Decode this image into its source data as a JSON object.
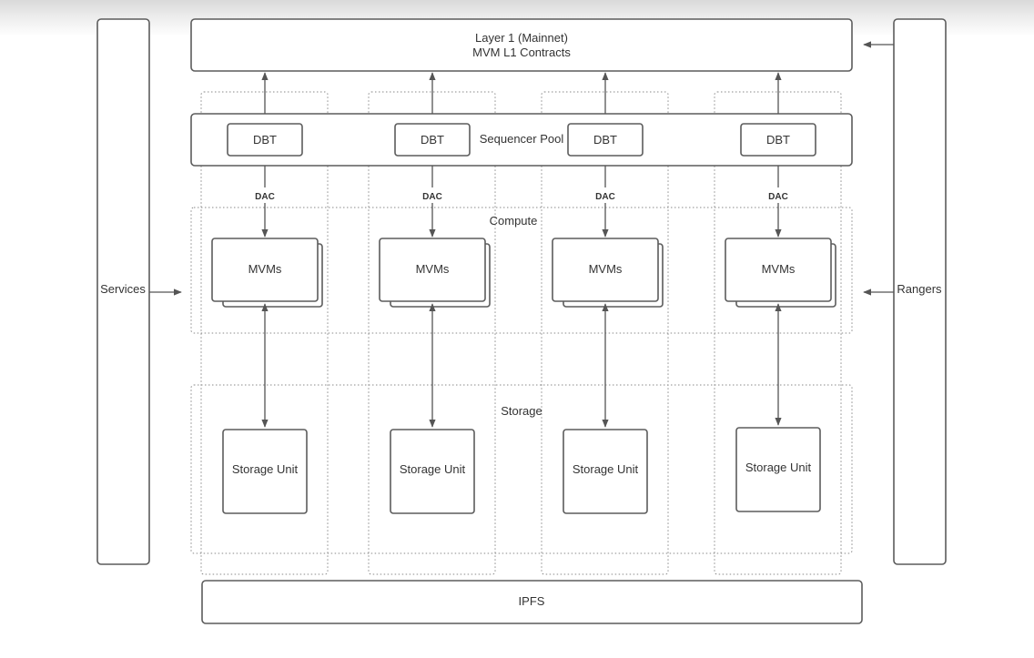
{
  "layer1": {
    "line1": "Layer 1 (Mainnet)",
    "line2": "MVM L1 Contracts"
  },
  "sequencer_pool": "Sequencer Pool",
  "compute": "Compute",
  "storage": "Storage",
  "services": "Services",
  "rangers": "Rangers",
  "ipfs": "IPFS",
  "columns": [
    {
      "dbt": "DBT",
      "dac": "DAC",
      "mvms": "MVMs",
      "storage_unit": "Storage Unit"
    },
    {
      "dbt": "DBT",
      "dac": "DAC",
      "mvms": "MVMs",
      "storage_unit": "Storage Unit"
    },
    {
      "dbt": "DBT",
      "dac": "DAC",
      "mvms": "MVMs",
      "storage_unit": "Storage Unit"
    },
    {
      "dbt": "DBT",
      "dac": "DAC",
      "mvms": "MVMs",
      "storage_unit": "Storage Unit"
    }
  ],
  "colors": {
    "stroke": "#5c5c5c",
    "text": "#333333",
    "arrow": "#555555"
  }
}
